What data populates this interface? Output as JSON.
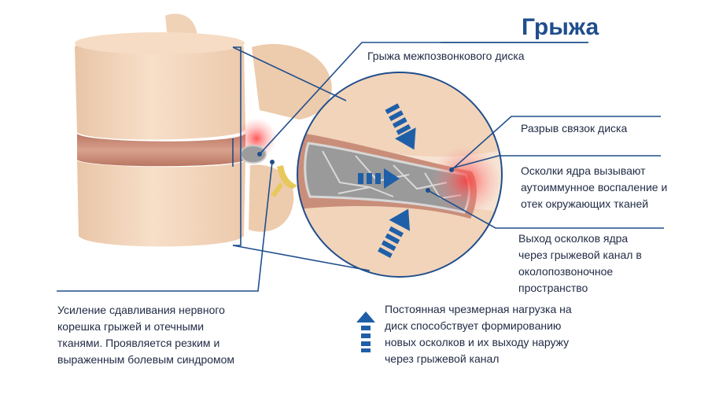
{
  "title": "Грыжа",
  "labels": {
    "herniation": "Грыжа межпозвонкового диска",
    "rupture": "Разрыв связок диска",
    "fragments": "Осколки ядра вызывают\nаутоиммунное воспаление и\nотек окружающих тканей",
    "exit": "Выход осколков ядра\nчерез грыжевой канал в\nоколопозвоночное\nпространство",
    "compression": "Усиление сдавливания нервного\nкорешка грыжей и отечными\nтканями. Проявляется резким и\nвыраженным болевым синдромом",
    "load": "Постоянная чрезмерная нагрузка на\nдиск способствует формированию\nновых осколков и их выходу наружу\nчерез грыжевой канал"
  },
  "icons": {
    "legend": "dashed-up-arrow-icon",
    "pressure": "dashed-arrow-icon"
  },
  "colors": {
    "title": "#1f4e8c",
    "callout_lines": "#1f4e8c",
    "pressure_arrows": "#1f5fa8",
    "bone": "#f2d7bd",
    "disc": "#c98e7a",
    "nucleus": "#9a9a9a",
    "inflammation": "#ff4b4b",
    "nerve": "#e8c85a"
  }
}
